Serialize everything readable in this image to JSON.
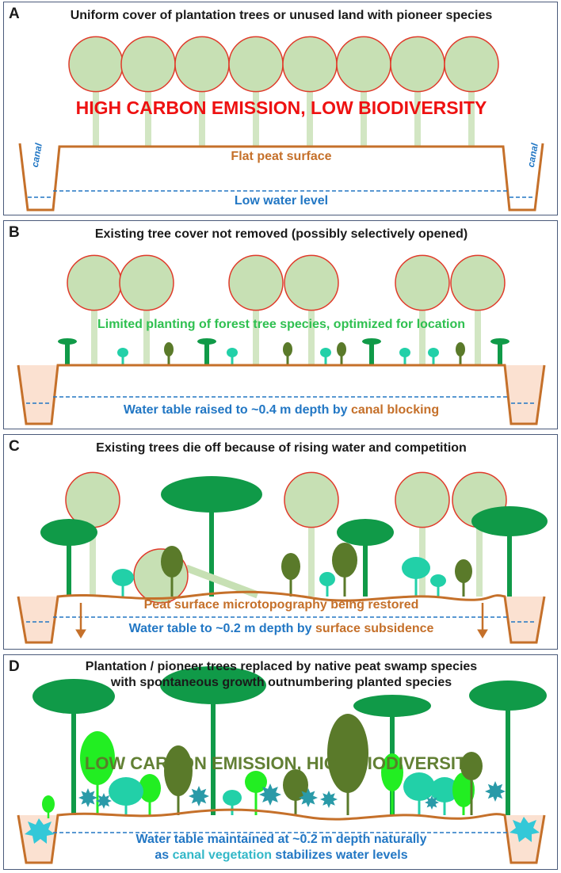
{
  "panels": [
    {
      "label": "A",
      "heading": "Uniform cover of plantation trees or unused land with pioneer species",
      "emphasis": "HIGH CARBON EMISSION, LOW BIODIVERSITY",
      "surface": "Flat peat surface",
      "water": "Low water level",
      "canal_left": "canal",
      "canal_right": "canal"
    },
    {
      "label": "B",
      "heading": "Existing tree cover not removed (possibly selectively opened)",
      "planting": "Limited planting of forest tree species, optimized for location",
      "water_pre": "Water table raised to ~0.4 m depth by ",
      "water_post": "canal blocking"
    },
    {
      "label": "C",
      "heading": "Existing trees die off because of rising water and competition",
      "surface": "Peat surface microtopography being restored",
      "water_pre": "Water table to ~0.2 m depth by ",
      "water_post": "surface subsidence"
    },
    {
      "label": "D",
      "heading_line1": "Plantation / pioneer trees replaced by native peat swamp species",
      "heading_line2": "with spontaneous growth outnumbering planted species",
      "emphasis": "LOW CARBON EMISSION, HIGH BIODIVERSITY",
      "water_line1": "Water table maintained at ~0.2 m depth naturally",
      "water_pre": "as ",
      "water_mid": "canal vegetation",
      "water_post": " stabilizes water levels"
    }
  ],
  "colors": {
    "peat": "#c5702a",
    "water": "#2277c4",
    "old_tree_fill": "#c7e0b4",
    "old_tree_edge": "#e03a2a",
    "dark_green": "#109a48",
    "olive": "#5a7a2a",
    "teal": "#22d0a8",
    "lime": "#22ee22"
  }
}
